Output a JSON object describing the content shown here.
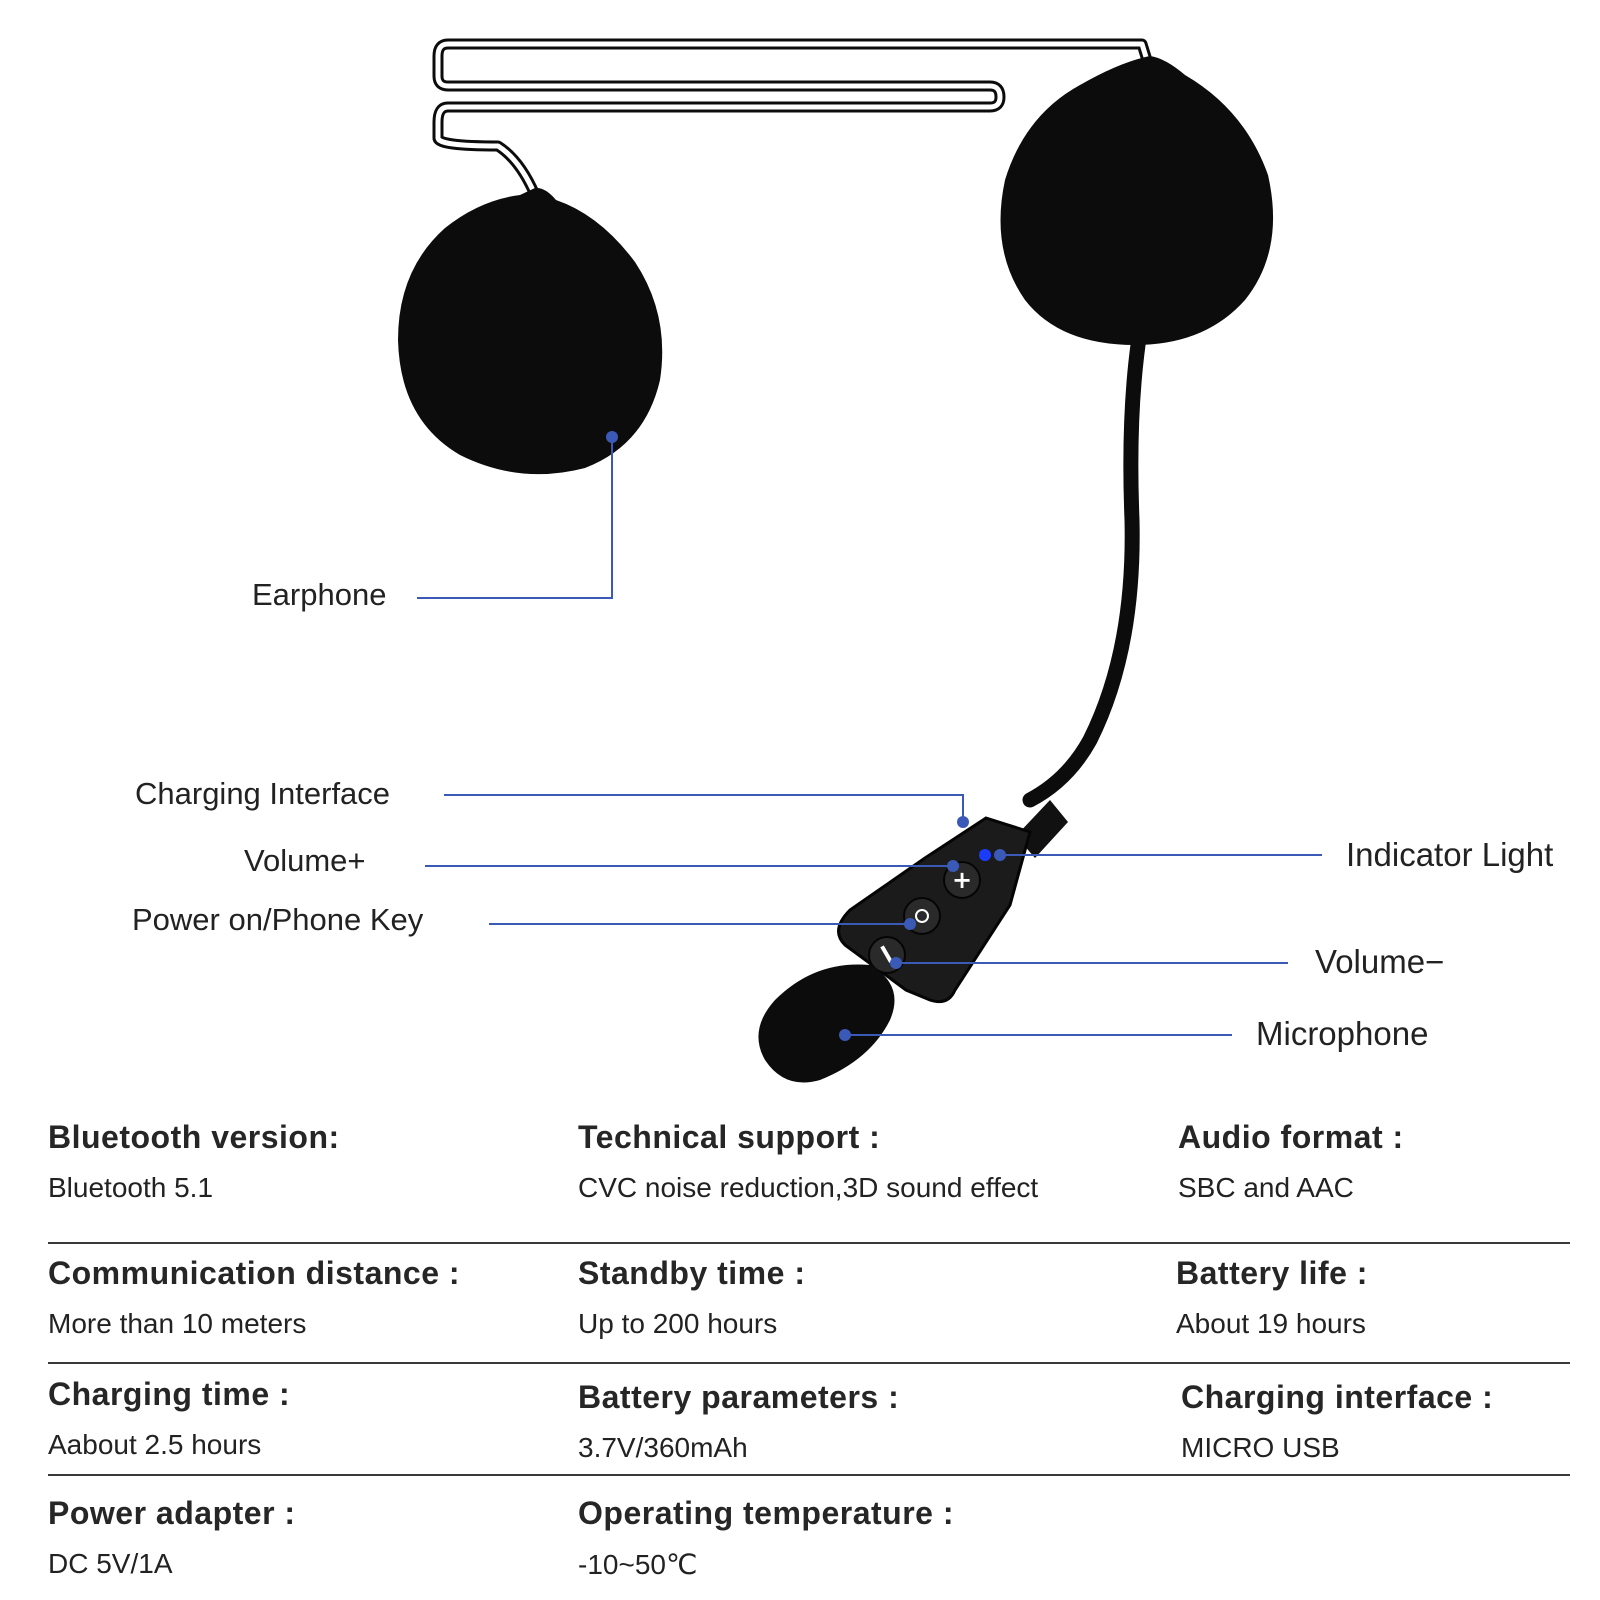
{
  "colors": {
    "leader": "#3b5ab8",
    "product": "#0c0c0c",
    "dot": "#3b5ab8",
    "led": "#1a3cff"
  },
  "icons": {
    "plus": "plus-icon",
    "power": "power-icon",
    "minus": "minus-icon"
  },
  "callouts": {
    "earphone": "Earphone",
    "charging_interface": "Charging Interface",
    "volume_plus": "Volume+",
    "power_key": "Power on/Phone Key",
    "indicator_light": "Indicator Light",
    "volume_minus": "Volume−",
    "microphone": "Microphone"
  },
  "specs": [
    {
      "label": "Bluetooth version:",
      "value": "Bluetooth 5.1"
    },
    {
      "label": "Technical support :",
      "value": "CVC noise reduction,3D sound effect"
    },
    {
      "label": "Audio format :",
      "value": "SBC and AAC"
    },
    {
      "label": "Communication distance :",
      "value": "More than 10 meters"
    },
    {
      "label": "Standby time :",
      "value": "Up to 200 hours"
    },
    {
      "label": "Battery life :",
      "value": "About 19 hours"
    },
    {
      "label": "Charging time :",
      "value": "Aabout 2.5 hours"
    },
    {
      "label": "Battery parameters :",
      "value": "3.7V/360mAh"
    },
    {
      "label": "Charging interface :",
      "value": "MICRO USB"
    },
    {
      "label": "Power adapter :",
      "value": "DC 5V/1A"
    },
    {
      "label": "Operating temperature :",
      "value": "-10~50℃"
    }
  ]
}
